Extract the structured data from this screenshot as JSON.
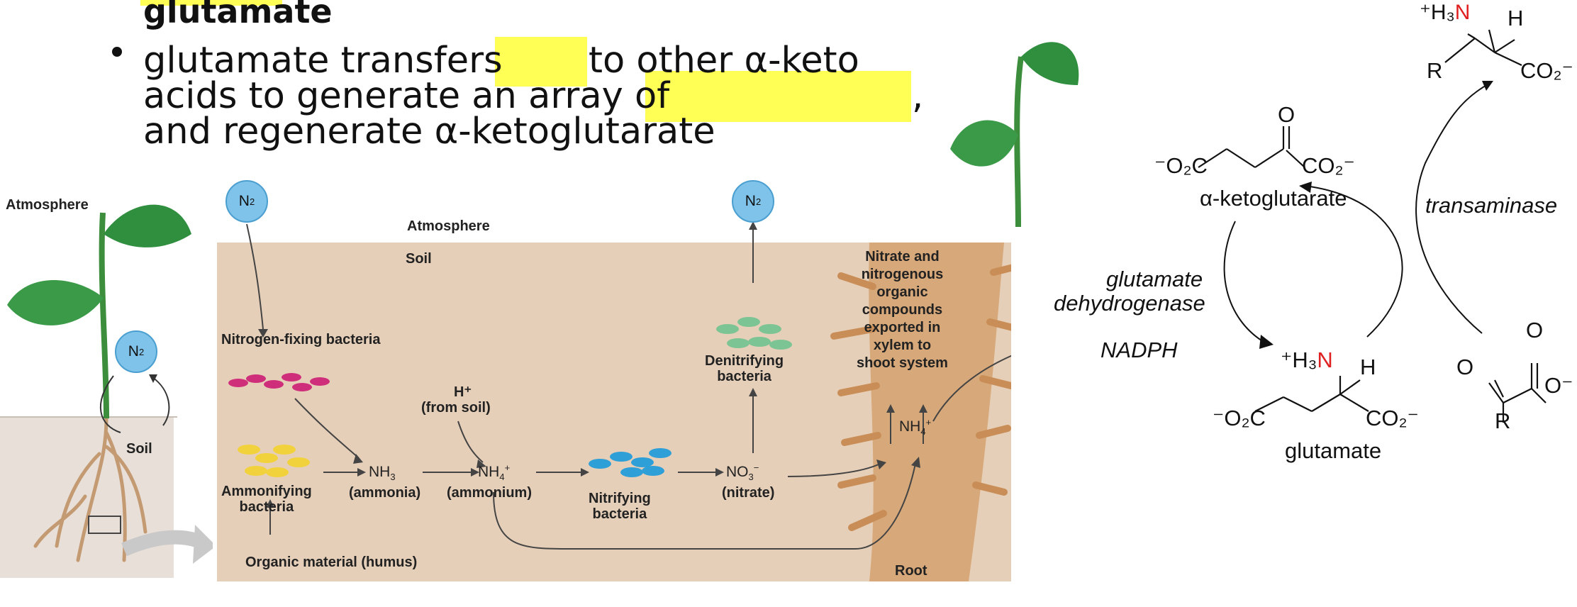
{
  "bullets": {
    "cut_heading": "glutamate",
    "line1_a": "glutamate transfers",
    "line1_b": "to other α-keto",
    "line2": "acids to generate an array of",
    "line2_end": ",",
    "line3": "and regenerate α-ketoglutarate"
  },
  "diagram": {
    "atmosphere_left": "Atmosphere",
    "soil_left": "Soil",
    "n2": "N",
    "n2_sub": "2",
    "atmosphere_top": "Atmosphere",
    "soil_top": "Soil",
    "nitrogen_fixing": "Nitrogen-fixing bacteria",
    "ammonifying": "Ammonifying\nbacteria",
    "organic": "Organic material (humus)",
    "nh3": "NH",
    "nh3_sub": "3",
    "ammonia": "(ammonia)",
    "h_plus": "H⁺",
    "from_soil": "(from soil)",
    "nh4": "NH",
    "nh4_sub": "4",
    "nh4_sup": "+",
    "ammonium": "(ammonium)",
    "nitrifying": "Nitrifying\nbacteria",
    "no3": "NO",
    "no3_sub": "3",
    "no3_sup": "−",
    "nitrate": "(nitrate)",
    "denitrifying": "Denitrifying\nbacteria",
    "nitrate_export": "Nitrate and\nnitrogenous\norganic\ncompounds\nexported in\nxylem to\nshoot system",
    "root": "Root"
  },
  "reaction": {
    "amino_top_h": "H",
    "amino_top_r": "R",
    "akg_o": "O",
    "akg_left": "⁻O₂C",
    "akg_right": "CO₂⁻",
    "akg_name": "α-ketoglutarate",
    "transaminase": "transaminase",
    "gdh1": "glutamate",
    "gdh2": "dehydrogenase",
    "nadph": "NADPH",
    "glu_h": "H",
    "glu_left": "⁻O₂C",
    "glu_right": "CO₂⁻",
    "glu_name": "glutamate",
    "keto_o1": "O",
    "keto_o2": "O",
    "keto_om": "O⁻",
    "keto_r": "R",
    "h3n_prefix": "⁺H₃",
    "n": "N",
    "co2": "CO₂⁻"
  }
}
